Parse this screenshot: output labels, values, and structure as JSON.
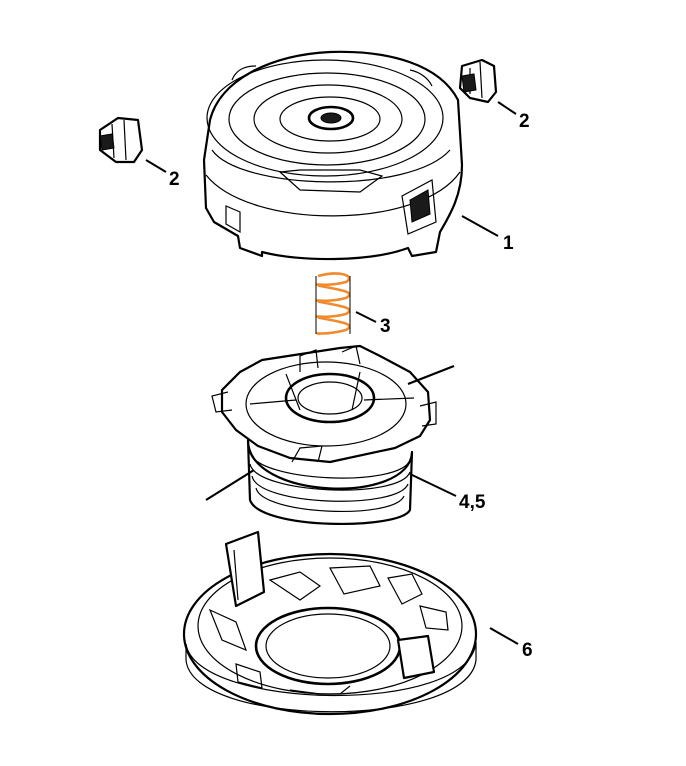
{
  "colors": {
    "line": "#000000",
    "background": "#ffffff",
    "spring": "#f08a2c"
  },
  "callouts": {
    "clip_right": "2",
    "clip_left": "2",
    "cover": "1",
    "spring": "3",
    "spool": "4,5",
    "housing": "6"
  }
}
